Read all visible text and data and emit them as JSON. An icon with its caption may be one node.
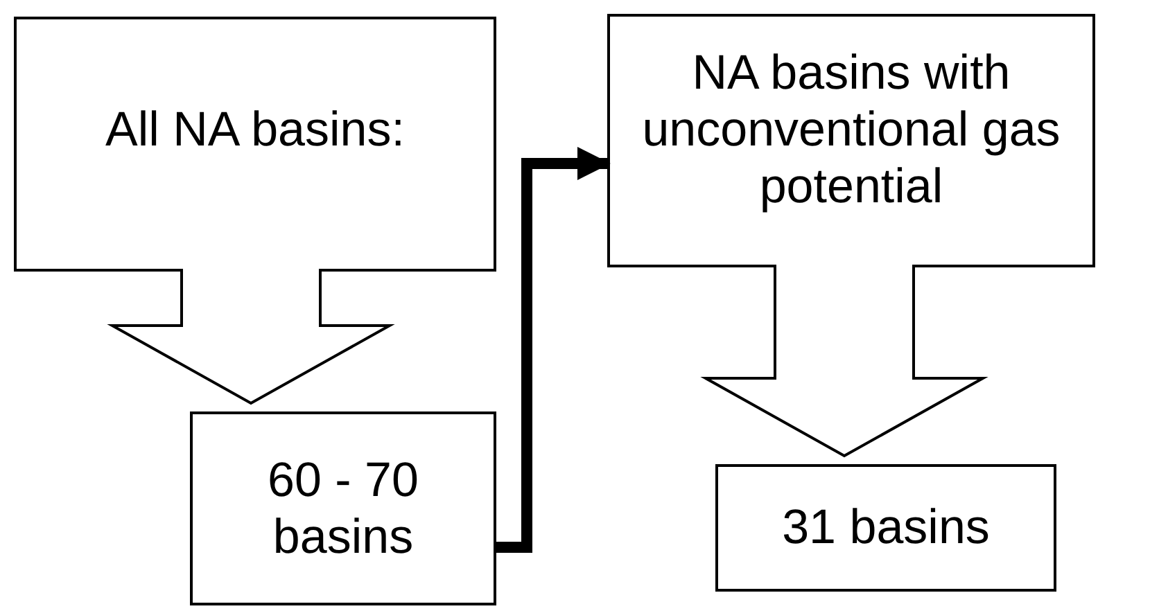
{
  "diagram": {
    "nodes": [
      {
        "text": [
          "All NA basins:"
        ]
      },
      {
        "text": [
          "60 - 70 basins"
        ]
      },
      {
        "text": [
          "NA basins with unconventional gas potential"
        ]
      },
      {
        "text": [
          "31 basins"
        ]
      }
    ],
    "edges": [
      {
        "from": 0,
        "to": 1,
        "arrow": "to"
      },
      {
        "from": 1,
        "to": 2,
        "arrow": "to"
      },
      {
        "from": 2,
        "to": 3,
        "arrow": "to"
      }
    ]
  }
}
